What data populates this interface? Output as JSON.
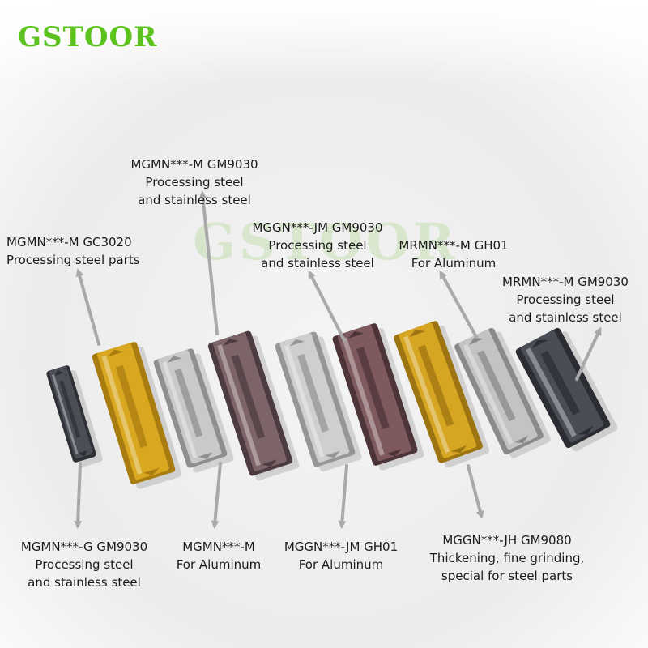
{
  "brand": {
    "name": "GSTOOR",
    "color": "#5cc21d"
  },
  "watermark": "GSTOOR",
  "labels": {
    "gc3020": {
      "line1": "MGMN***-M GC3020",
      "line2": "Processing steel parts"
    },
    "mgmn_gm9030": {
      "line1": "MGMN***-M GM9030",
      "line2": "Processing steel",
      "line3": "and stainless steel"
    },
    "mggn_jm9030": {
      "line1": "MGGN***-JM GM9030",
      "line2": "Processing steel",
      "line3": "and stainless steel"
    },
    "mrmn_gh01": {
      "line1": "MRMN***-M GH01",
      "line2": "For Aluminum"
    },
    "mrmn_gm9030": {
      "line1": "MRMN***-M GM9030",
      "line2": "Processing steel",
      "line3": "and stainless steel"
    },
    "mgmn_g": {
      "line1": "MGMN***-G GM9030",
      "line2": "Processing steel",
      "line3": "and stainless steel"
    },
    "mgmn_m_al": {
      "line1": "MGMN***-M",
      "line2": "For Aluminum"
    },
    "mggn_jm_gh01": {
      "line1": "MGGN***-JM GH01",
      "line2": "For Aluminum"
    },
    "mggn_jh": {
      "line1": "MGGN***-JH GM9080",
      "line2": "Thickening, fine grinding,",
      "line3": "special for steel parts"
    }
  },
  "inserts": [
    {
      "name": "insert-mgmn-g-gm9030",
      "color": "#4b4e55",
      "shade": "#2e3035"
    },
    {
      "name": "insert-mgmn-m-gc3020",
      "color": "#d9a820",
      "shade": "#a97c10"
    },
    {
      "name": "insert-mgmn-m-al",
      "color": "#c9c9c9",
      "shade": "#8f8f8f"
    },
    {
      "name": "insert-mgmn-m-gm9030",
      "color": "#7d6469",
      "shade": "#4c3c41"
    },
    {
      "name": "insert-mggn-jm-gh01",
      "color": "#cfcfcf",
      "shade": "#969696"
    },
    {
      "name": "insert-mggn-jm-gm9030",
      "color": "#7e5a5f",
      "shade": "#4d3438"
    },
    {
      "name": "insert-mggn-jh-gm9080",
      "color": "#d6a522",
      "shade": "#9d7412"
    },
    {
      "name": "insert-mrmn-m-gh01",
      "color": "#c3c3c3",
      "shade": "#8a8a8a"
    },
    {
      "name": "insert-mrmn-m-gm9030",
      "color": "#4a4d56",
      "shade": "#2b2d33"
    }
  ],
  "arrow_color": "#a9a9a9"
}
